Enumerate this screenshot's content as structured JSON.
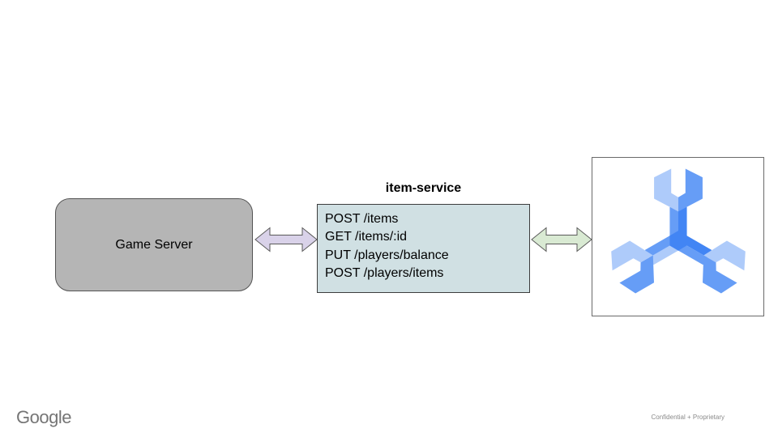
{
  "slide": {
    "background": "#ffffff",
    "footer": {
      "brand": "Google",
      "confidential_label": "Confidential + Proprietary"
    }
  },
  "diagram": {
    "game_server": {
      "label": "Game Server",
      "fill": "#b5b5b5"
    },
    "item_service": {
      "title": "item-service",
      "fill": "#d0e0e3",
      "endpoints": [
        "POST /items",
        "GET /items/:id",
        "PUT /players/balance",
        "POST /players/items"
      ]
    },
    "arrows": {
      "game_to_service": {
        "style": "double-headed",
        "fill": "#d9d2e9",
        "stroke": "#595959"
      },
      "service_to_spanner": {
        "style": "double-headed",
        "fill": "#d9ead3",
        "stroke": "#595959"
      }
    },
    "spanner": {
      "icon": "cloud-spanner-icon",
      "colors": {
        "light": "#aecbfa",
        "medium": "#669df6",
        "dark": "#4285f4"
      }
    }
  }
}
